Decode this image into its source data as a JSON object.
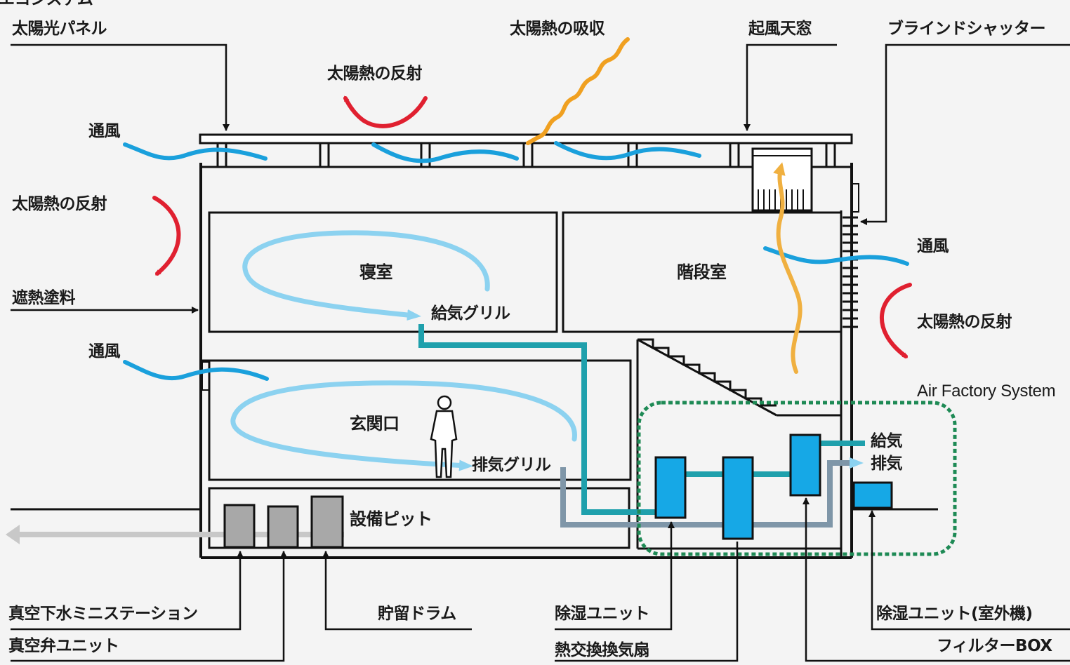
{
  "diagram": {
    "title_fragment": "エコシステム",
    "labels": {
      "solar_panel": "太陽光パネル",
      "solar_heat_absorption": "太陽熱の吸収",
      "skylight": "起風天窓",
      "blind_shutter": "ブラインドシャッター",
      "solar_reflect_top": "太陽熱の反射",
      "ventilation_top": "通風",
      "solar_reflect_left": "太陽熱の反射",
      "heat_shield_paint": "遮熱塗料",
      "ventilation_mid": "通風",
      "ventilation_right": "通風",
      "solar_reflect_right": "太陽熱の反射",
      "air_factory": "Air Factory System",
      "supply_air": "給気",
      "exhaust_air": "排気",
      "vacuum_station": "真空下水ミニステーション",
      "vacuum_valve": "真空弁ユニット",
      "storage_drum": "貯留ドラム",
      "dehumid_unit": "除湿ユニット",
      "heat_exchanger": "熱交換換気扇",
      "dehumid_outdoor": "除湿ユニット(室外機)",
      "filter_box": "フィルターBOX"
    },
    "rooms": {
      "room_upper_left": "寝室",
      "room_upper_right": "階段室",
      "room_lower": "玄関口",
      "pit": "設備ピット"
    },
    "grilles": {
      "supply_grille": "給気グリル",
      "exhaust_grille": "排気グリル"
    },
    "colors": {
      "wind_blue": "#1aa0dc",
      "circulation_light_blue": "#8cd2f0",
      "heat_red": "#e02030",
      "heat_orange": "#f0a020",
      "supply_duct_teal": "#1fa0ac",
      "exhaust_duct_gray": "#7f96a8",
      "equipment_blue": "#16a8e6",
      "dashed_green": "#1e8a55",
      "tank_gray": "#a8a8a8"
    }
  }
}
